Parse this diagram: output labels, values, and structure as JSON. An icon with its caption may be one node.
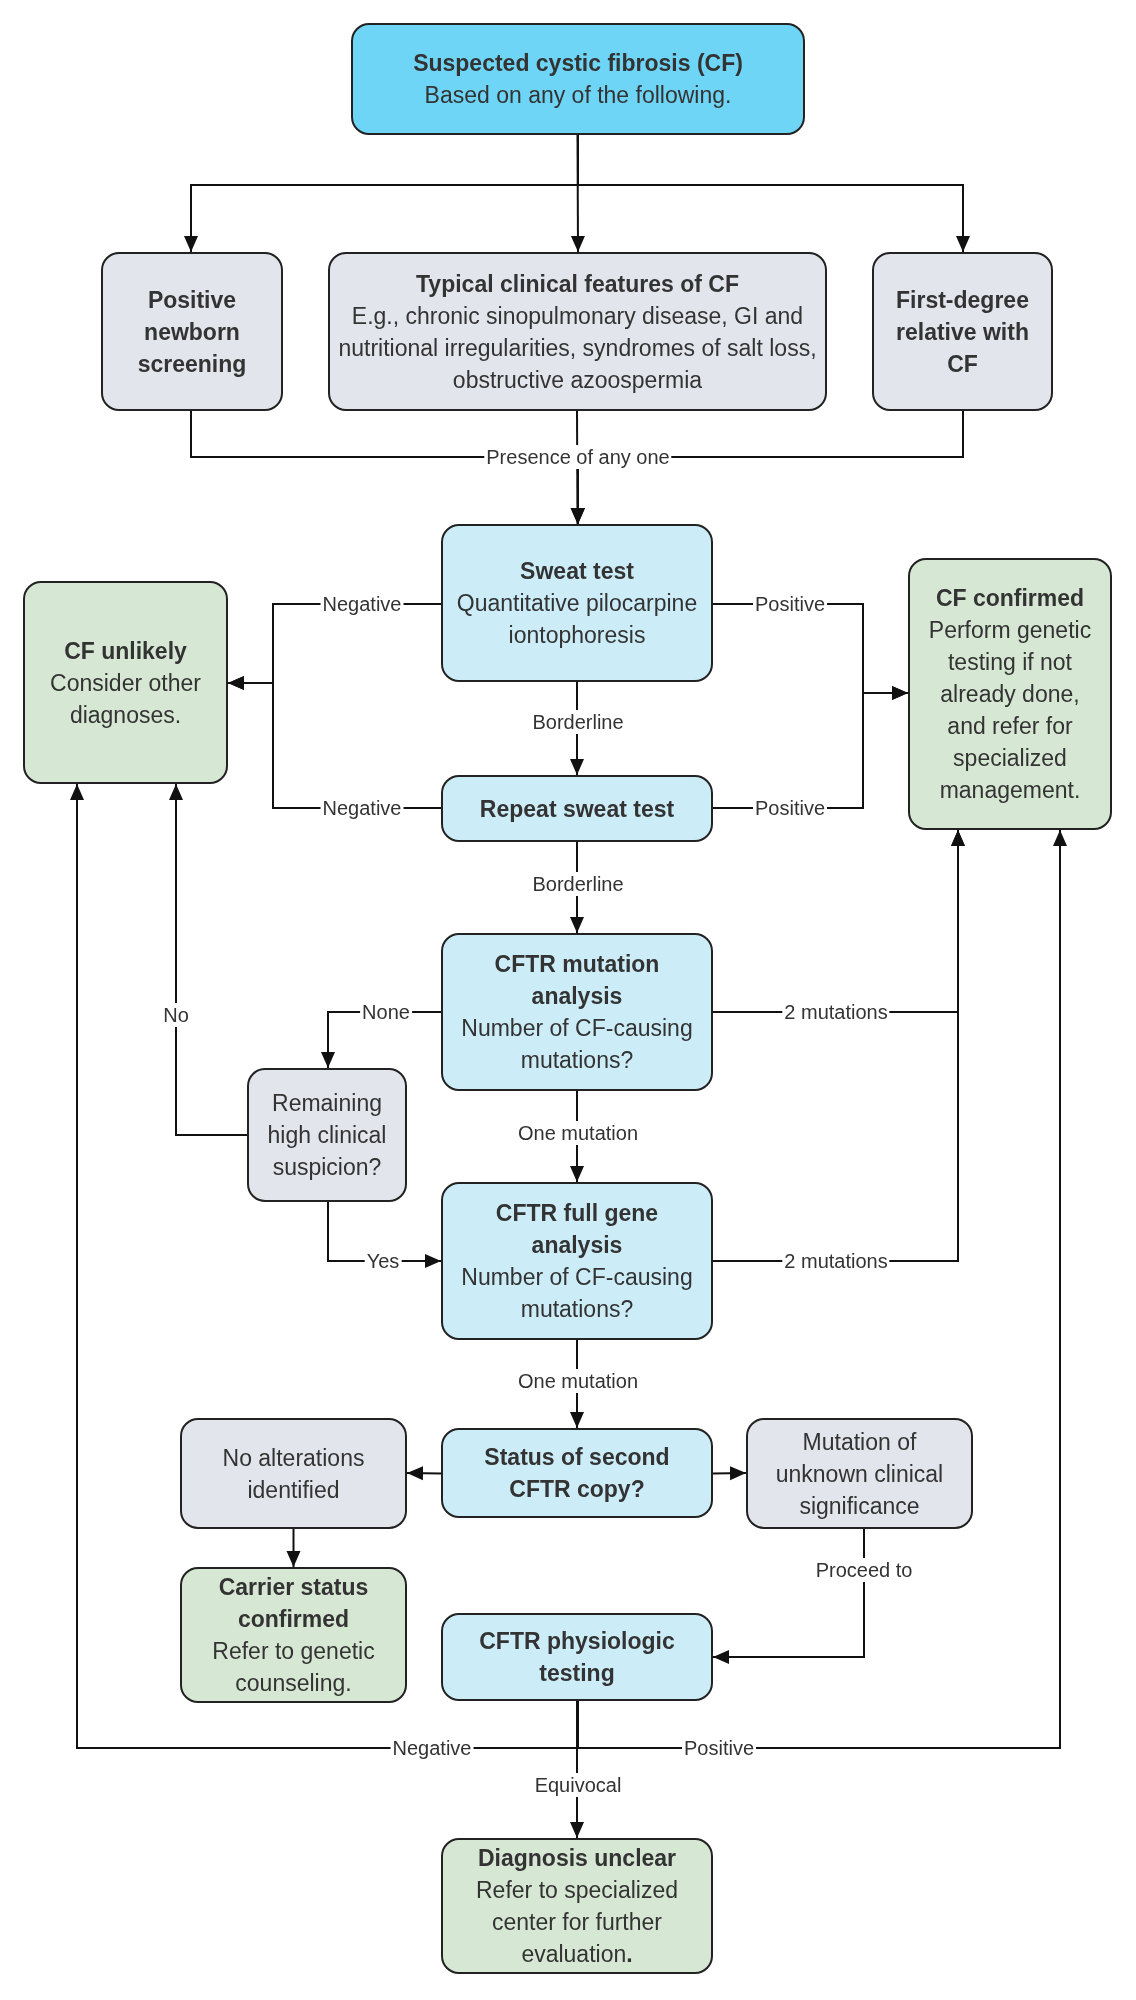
{
  "diagram": {
    "nodes": [
      {
        "text": [
          "Suspected cystic fibrosis (CF)",
          "Based on any of the following."
        ]
      },
      {
        "text": [
          "Positive newborn screening"
        ]
      },
      {
        "text": [
          "Typical clinical features of CF",
          "E.g., chronic sinopulmonary disease, GI and nutritional irregularities, syndromes of salt loss, obstructive azoospermia"
        ]
      },
      {
        "text": [
          "First-degree relative with CF"
        ]
      },
      {
        "text": [
          "Sweat test",
          "Quantitative pilocarpine iontophoresis"
        ]
      },
      {
        "text": [
          "CF unlikely",
          "Consider other diagnoses."
        ]
      },
      {
        "text": [
          "CF confirmed",
          "Perform genetic testing if not already done, and refer for specialized management."
        ]
      },
      {
        "text": [
          "Repeat sweat test"
        ]
      },
      {
        "text": [
          "CFTR mutation analysis",
          "Number of CF-causing mutations?"
        ]
      },
      {
        "text": [
          "Remaining high clinical suspicion?"
        ]
      },
      {
        "text": [
          "CFTR full gene analysis",
          "Number of CF-causing mutations?"
        ]
      },
      {
        "text": [
          "No alterations identified"
        ]
      },
      {
        "text": [
          "Status of second CFTR copy?"
        ]
      },
      {
        "text": [
          "Mutation of unknown clinical significance"
        ]
      },
      {
        "text": [
          "Carrier status confirmed",
          "Refer to genetic counseling."
        ]
      },
      {
        "text": [
          "CFTR physiologic testing"
        ]
      },
      {
        "text": [
          "Diagnosis unclear",
          "Refer to specialized center for further evaluation**.**"
        ]
      }
    ],
    "edges": [
      {
        "from": 0,
        "to": 1,
        "arrow": "to"
      },
      {
        "from": 0,
        "to": 2,
        "arrow": "to"
      },
      {
        "from": 0,
        "to": 3,
        "arrow": "to"
      },
      {
        "from": 1,
        "to": 4,
        "arrow": "to"
      },
      {
        "from": 2,
        "to": 4,
        "arrow": "to",
        "label": "Presence of any one"
      },
      {
        "from": 3,
        "to": 4,
        "arrow": "to"
      },
      {
        "from": 4,
        "to": 5,
        "arrow": "to",
        "label": "Negative"
      },
      {
        "from": 4,
        "to": 6,
        "arrow": "to",
        "label": "Positive"
      },
      {
        "from": 4,
        "to": 7,
        "arrow": "to",
        "label": "Borderline"
      },
      {
        "from": 7,
        "to": 5,
        "arrow": "to",
        "label": "Negative"
      },
      {
        "from": 7,
        "to": 6,
        "arrow": "to",
        "label": "Positive"
      },
      {
        "from": 7,
        "to": 8,
        "arrow": "to",
        "label": "Borderline"
      },
      {
        "from": 8,
        "to": 9,
        "arrow": "to",
        "label": "None"
      },
      {
        "from": 8,
        "to": 6,
        "arrow": "to",
        "label": "2 mutations"
      },
      {
        "from": 8,
        "to": 10,
        "arrow": "to",
        "label": "One mutation"
      },
      {
        "from": 9,
        "to": 5,
        "arrow": "to",
        "label": "No"
      },
      {
        "from": 9,
        "to": 10,
        "arrow": "to",
        "label": "Yes"
      },
      {
        "from": 10,
        "to": 6,
        "arrow": "to",
        "label": "2 mutations"
      },
      {
        "from": 10,
        "to": 12,
        "arrow": "to",
        "label": "One mutation"
      },
      {
        "from": 12,
        "to": 11,
        "arrow": "to"
      },
      {
        "from": 12,
        "to": 13,
        "arrow": "to"
      },
      {
        "from": 11,
        "to": 14,
        "arrow": "to"
      },
      {
        "from": 13,
        "to": 15,
        "arrow": "to",
        "label": "Proceed to"
      },
      {
        "from": 15,
        "to": 5,
        "arrow": "to",
        "label": "Negative"
      },
      {
        "from": 15,
        "to": 6,
        "arrow": "to",
        "label": "Positive"
      },
      {
        "from": 15,
        "to": 16,
        "arrow": "to",
        "label": "Equivocal"
      }
    ]
  }
}
